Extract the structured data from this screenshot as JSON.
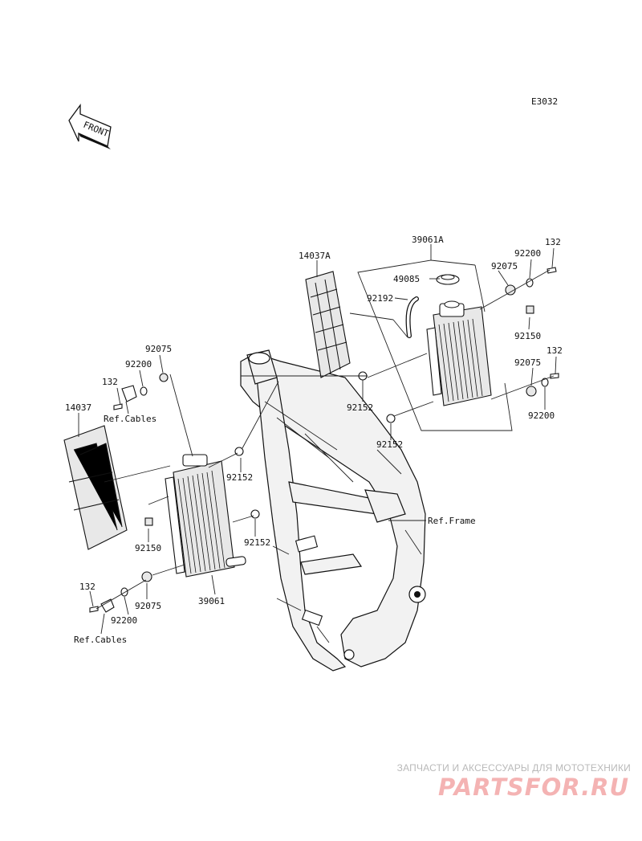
{
  "diagram_code": "E3032",
  "front_arrow": "FRONT",
  "labels": {
    "p39061A": "39061A",
    "p14037A": "14037A",
    "p49085": "49085",
    "p92192": "92192",
    "p92075_r1": "92075",
    "p92200_r1": "92200",
    "p132_r1": "132",
    "p92150_r": "92150",
    "p92075_r2": "92075",
    "p132_r2": "132",
    "p92200_r2": "92200",
    "p92152_c1": "92152",
    "p92152_c2": "92152",
    "p92075_l1": "92075",
    "p92200_l1": "92200",
    "p132_l1": "132",
    "ref_cables_1": "Ref.Cables",
    "p14037": "14037",
    "p92152_l1": "92152",
    "p92150_l": "92150",
    "p92152_l2": "92152",
    "ref_frame": "Ref.Frame",
    "p132_l2": "132",
    "p92075_l2": "92075",
    "p92200_l2": "92200",
    "p39061": "39061",
    "ref_cables_2": "Ref.Cables"
  },
  "watermark": {
    "tagline": "ЗАПЧАСТИ И АКСЕССУАРЫ ДЛЯ МОТОТЕХНИКИ",
    "logo": "PARTSFOR.RU"
  }
}
